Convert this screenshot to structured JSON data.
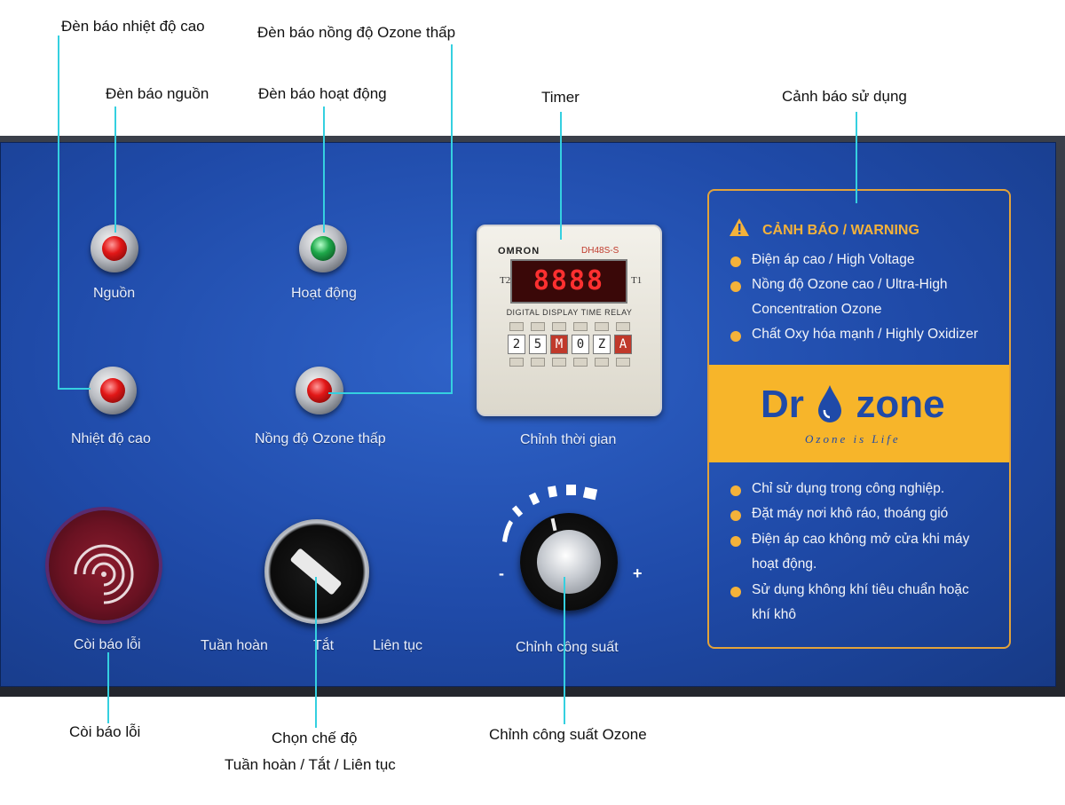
{
  "callouts": {
    "high_temp_indicator": "Đèn báo nhiệt độ cao",
    "low_ozone_indicator": "Đèn báo nồng độ Ozone thấp",
    "power_indicator": "Đèn báo nguồn",
    "operation_indicator": "Đèn báo hoạt động",
    "timer": "Timer",
    "usage_warning": "Cảnh báo sử dụng",
    "buzzer": "Còi báo lỗi",
    "mode_select_line1": "Chọn chế độ",
    "mode_select_line2": "Tuần hoàn / Tắt / Liên tục",
    "power_adjust": "Chỉnh công suất Ozone"
  },
  "panel": {
    "power_label": "Nguồn",
    "operation_label": "Hoạt động",
    "high_temp_label": "Nhiệt độ cao",
    "low_ozone_label": "Nồng độ Ozone thấp",
    "timer_label": "Chỉnh thời gian",
    "buzzer_label": "Còi báo lỗi",
    "mode_cycle": "Tuần hoàn",
    "mode_off": "Tắt",
    "mode_continuous": "Liên tục",
    "power_knob_label": "Chỉnh công suất",
    "minus": "-",
    "plus": "+"
  },
  "timer_device": {
    "brand": "OMRON",
    "model": "DH48S-S",
    "display": "8888",
    "t2": "T2",
    "t1": "T1",
    "caption": "DIGITAL DISPLAY TIME RELAY",
    "digits": [
      "2",
      "5",
      "M",
      "0",
      "Z",
      "A"
    ]
  },
  "warning_card": {
    "title": "CẢNH BÁO / WARNING",
    "items_top": [
      "Điện áp cao / High Voltage",
      "Nồng độ Ozone cao / Ultra-High",
      "Concentration Ozone",
      "Chất Oxy hóa mạnh / Highly Oxidizer"
    ],
    "brand_left": "Dr",
    "brand_right": "zone",
    "tagline": "Ozone is Life",
    "items_bottom": [
      "Chỉ sử dụng trong công nghiệp.",
      "Đặt máy nơi khô ráo, thoáng gió",
      "Điện áp cao không mở cửa khi máy",
      "hoạt động.",
      "Sử dụng không khí tiêu chuẩn hoặc",
      "khí khô"
    ]
  },
  "colors": {
    "panel_blue": "#1f4aa8",
    "callout_line": "#35d0e0",
    "warning_orange": "#f4b23a",
    "lamp_red": "#e21717",
    "lamp_green": "#1ea84a"
  }
}
